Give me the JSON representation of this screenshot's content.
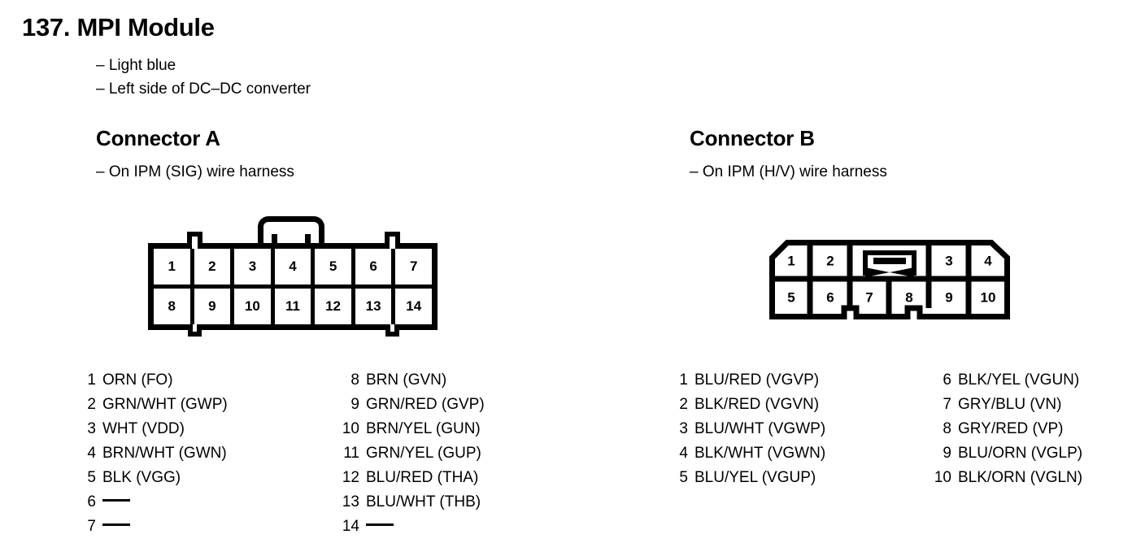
{
  "page": {
    "title": "137. MPI Module",
    "module_notes": [
      "– Light blue",
      "– Left side of DC–DC converter"
    ]
  },
  "connector_a": {
    "heading": "Connector A",
    "note": "– On IPM (SIG) wire harness",
    "diagram": {
      "top_row": [
        "1",
        "2",
        "3",
        "4",
        "5",
        "6",
        "7"
      ],
      "bottom_row": [
        "8",
        "9",
        "10",
        "11",
        "12",
        "13",
        "14"
      ],
      "latch": "top-center-rounded-latch"
    },
    "pins_left": [
      {
        "num": "1",
        "label": "ORN (FO)"
      },
      {
        "num": "2",
        "label": "GRN/WHT (GWP)"
      },
      {
        "num": "3",
        "label": "WHT (VDD)"
      },
      {
        "num": "4",
        "label": "BRN/WHT (GWN)"
      },
      {
        "num": "5",
        "label": "BLK (VGG)"
      },
      {
        "num": "6",
        "label": "—"
      },
      {
        "num": "7",
        "label": "—"
      }
    ],
    "pins_right": [
      {
        "num": "8",
        "label": "BRN (GVN)"
      },
      {
        "num": "9",
        "label": "GRN/RED (GVP)"
      },
      {
        "num": "10",
        "label": "BRN/YEL (GUN)"
      },
      {
        "num": "11",
        "label": "GRN/YEL (GUP)"
      },
      {
        "num": "12",
        "label": "BLU/RED (THA)"
      },
      {
        "num": "13",
        "label": "BLU/WHT (THB)"
      },
      {
        "num": "14",
        "label": "—"
      }
    ]
  },
  "connector_b": {
    "heading": "Connector B",
    "note": "– On IPM (H/V) wire harness",
    "diagram": {
      "top_row": [
        "1",
        "2",
        "3",
        "4"
      ],
      "bottom_row": [
        "5",
        "6",
        "7",
        "8",
        "9",
        "10"
      ],
      "latch": "center-lock-tab-with-bowtie"
    },
    "pins_left": [
      {
        "num": "1",
        "label": "BLU/RED (VGVP)"
      },
      {
        "num": "2",
        "label": "BLK/RED (VGVN)"
      },
      {
        "num": "3",
        "label": "BLU/WHT (VGWP)"
      },
      {
        "num": "4",
        "label": "BLK/WHT (VGWN)"
      },
      {
        "num": "5",
        "label": "BLU/YEL (VGUP)"
      }
    ],
    "pins_right": [
      {
        "num": "6",
        "label": "BLK/YEL (VGUN)"
      },
      {
        "num": "7",
        "label": "GRY/BLU (VN)"
      },
      {
        "num": "8",
        "label": "GRY/RED (VP)"
      },
      {
        "num": "9",
        "label": "BLU/ORN (VGLP)"
      },
      {
        "num": "10",
        "label": "BLK/ORN (VGLN)"
      }
    ]
  },
  "colors": {
    "ink": "#000000",
    "paper": "#ffffff"
  }
}
